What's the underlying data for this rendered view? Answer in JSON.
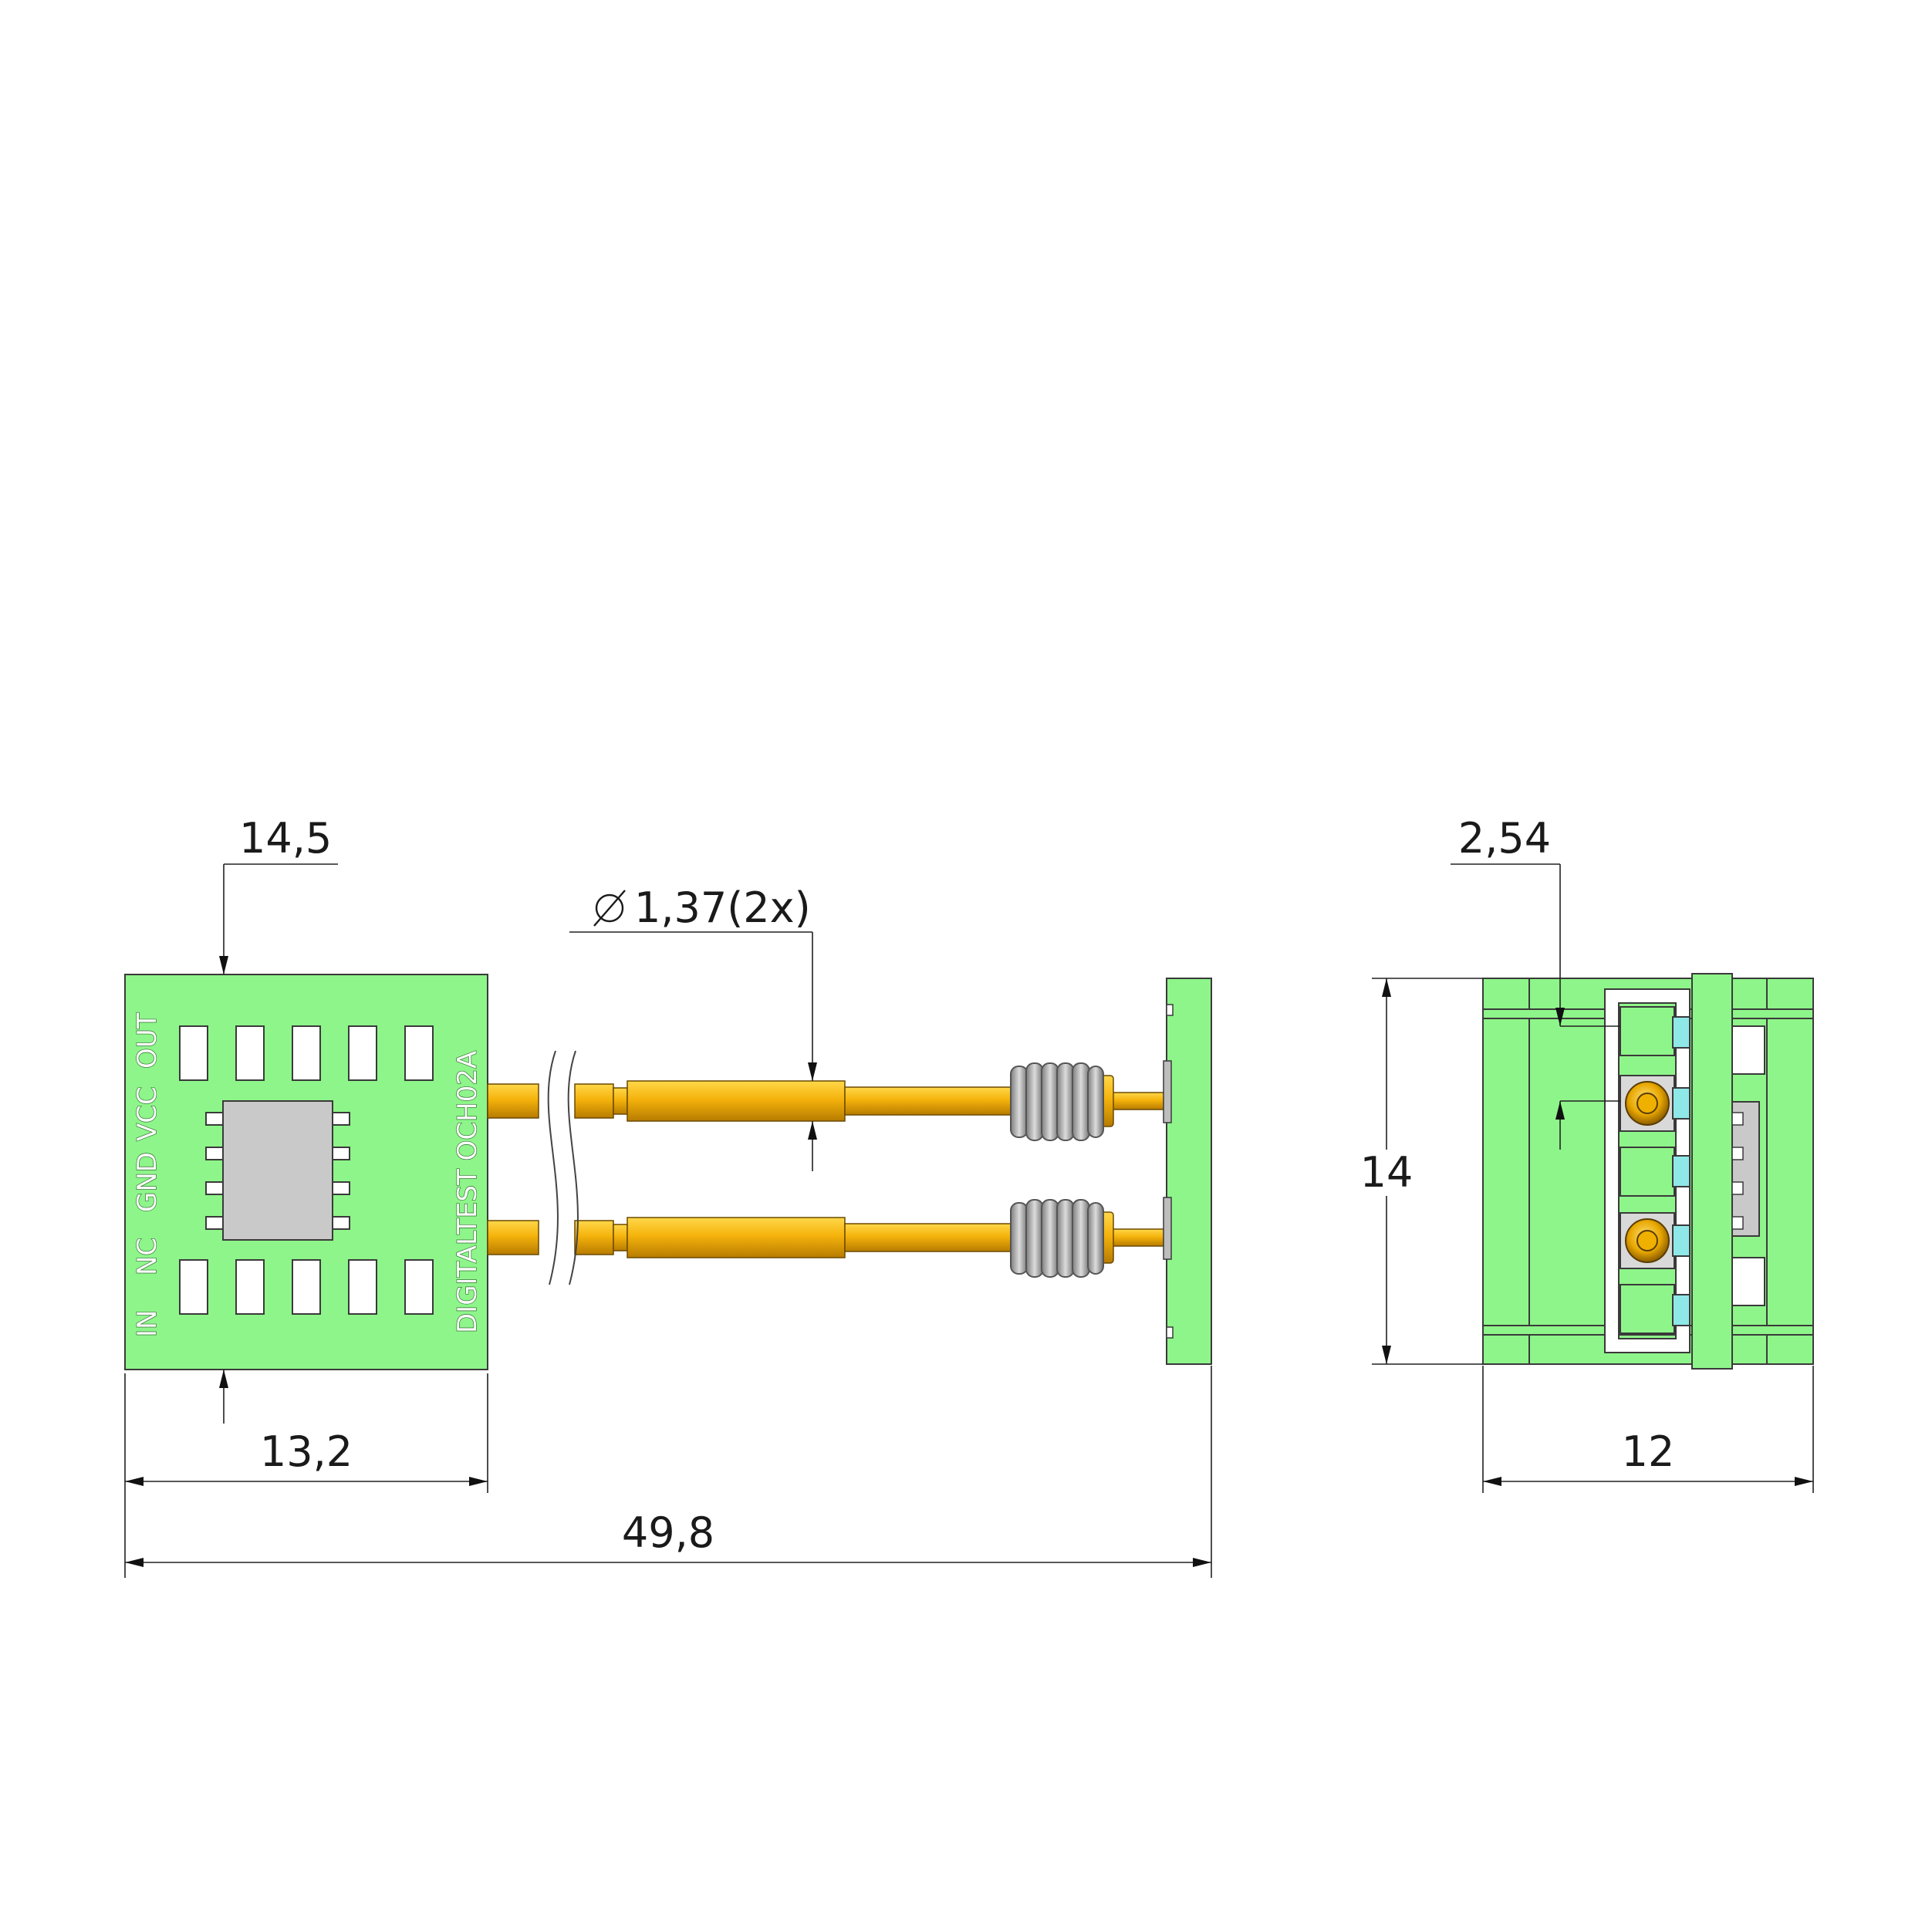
{
  "dimensions": {
    "pcb_height": "14,5",
    "pin_diameter": "1,37(2x)",
    "pcb_width": "13,2",
    "total_length": "49,8",
    "pin_pitch": "2,54",
    "end_height": "14",
    "end_width": "12"
  },
  "pin_labels": [
    "IN",
    "NC",
    "GND",
    "VCC",
    "OUT"
  ],
  "board_label": "DIGITALTEST OCH02A",
  "colors": {
    "board": "#8ef58a",
    "pad": "#ffffff",
    "chip": "#c9c9c9",
    "pin": "#f5b30c",
    "spring": "#a9a9a9",
    "insulator": "#8fe8e8"
  },
  "icons": {
    "diameter": "diameter-symbol-icon",
    "arrow": "arrowhead-icon"
  }
}
